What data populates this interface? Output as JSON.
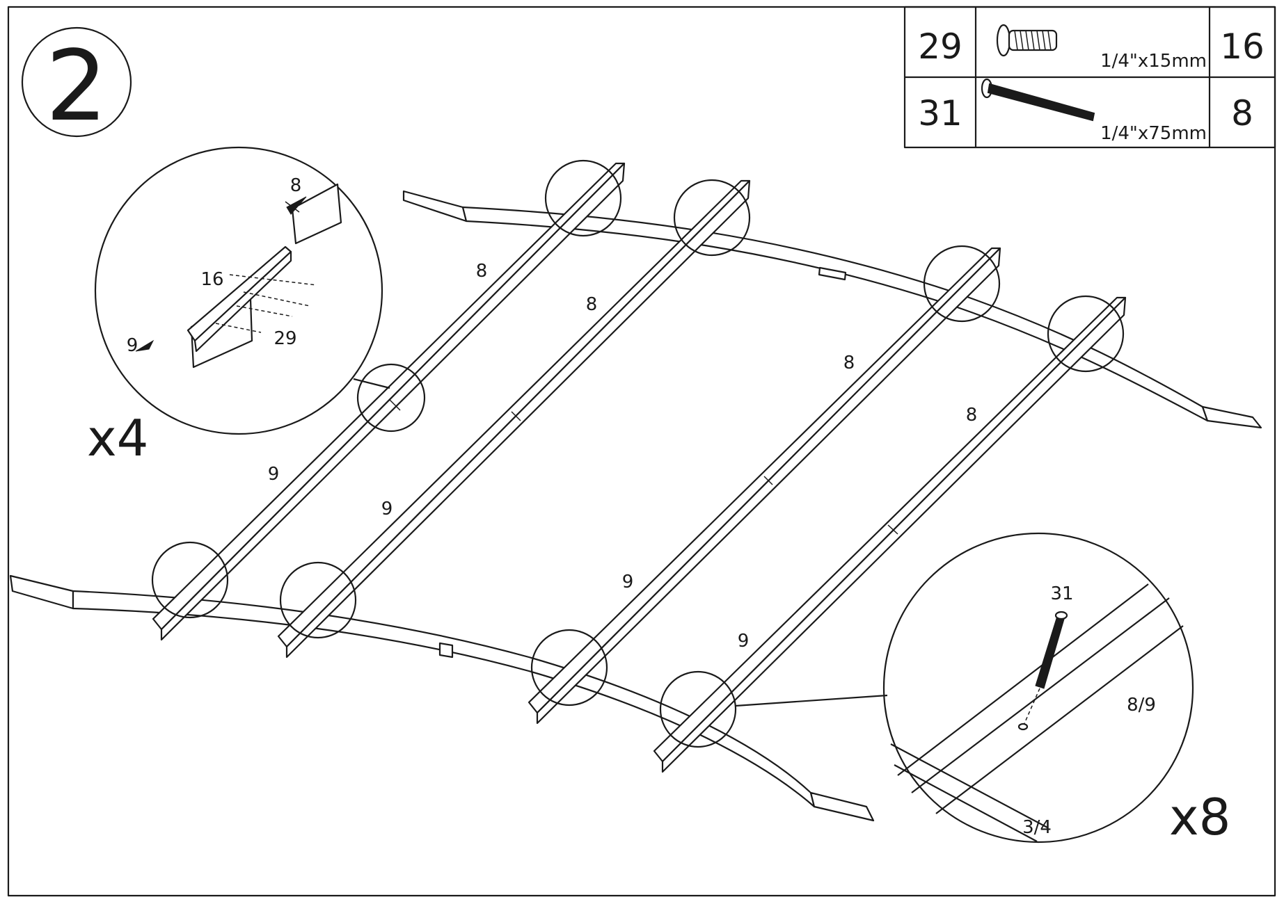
{
  "step_number": "2",
  "hardware_table": {
    "rows": [
      {
        "part_no": "29",
        "spec": "1/4\"x15mm",
        "quantity": "16",
        "icon": "short-bolt-icon"
      },
      {
        "part_no": "31",
        "spec": "1/4\"x75mm",
        "quantity": "8",
        "icon": "long-bolt-icon"
      }
    ]
  },
  "rail_labels": {
    "rail1_top": "8",
    "rail1_bottom": "9",
    "rail2_top": "8",
    "rail2_bottom": "9",
    "rail3_top": "8",
    "rail3_bottom": "9",
    "rail4_top": "8",
    "rail4_bottom": "9"
  },
  "detail_splice": {
    "label_top": "8",
    "label_bracket": "16",
    "label_bottom": "9",
    "label_bolt": "29",
    "multiplier": "x4"
  },
  "detail_joint": {
    "label_bolt": "31",
    "label_rail": "8/9",
    "label_side": "3/4",
    "multiplier": "x8"
  },
  "colors": {
    "line": "#1a1a1a",
    "background": "#ffffff"
  }
}
